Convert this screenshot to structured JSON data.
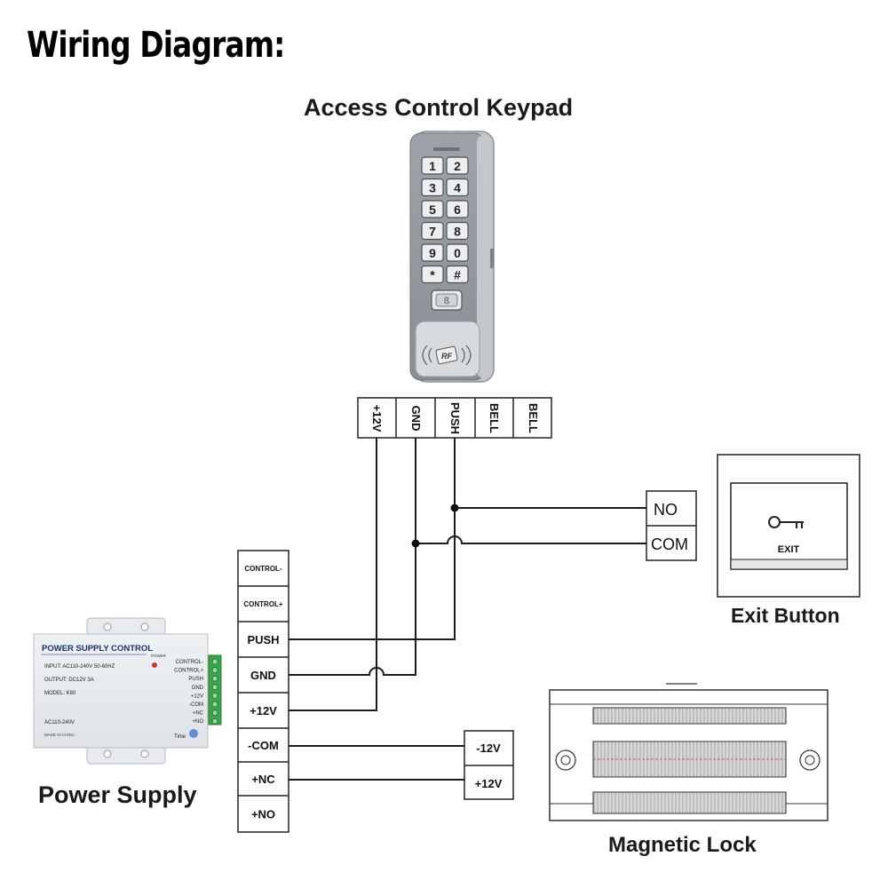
{
  "title": "Wiring Diagram:",
  "keypad": {
    "label": "Access Control Keypad",
    "keys": [
      "1",
      "2",
      "3",
      "4",
      "5",
      "6",
      "7",
      "8",
      "9",
      "0",
      "*",
      "#"
    ],
    "terminals": [
      "+12V",
      "GND",
      "PUSH",
      "BELL",
      "BELL"
    ],
    "rfid": "RF"
  },
  "exit_button": {
    "label": "Exit Button",
    "plate_text": "EXIT",
    "terminals": [
      "NO",
      "COM"
    ]
  },
  "power_supply": {
    "label": "Power Supply",
    "device": {
      "heading": "POWER SUPPLY CONTROL",
      "power_led": "POWER",
      "input": "INPUT: AC110-240V  50-60HZ",
      "output": "OUTPUT: DC12V  3A",
      "model": "MODEL: K80",
      "ac": "AC110-240V",
      "made_in": "MADE IN CHINA",
      "time": "Time",
      "terminal_labels": [
        "CONTROL-",
        "CONTROL+",
        "PUSH",
        "GND",
        "+12V",
        "-COM",
        "+NC",
        "+NO"
      ]
    },
    "terminals": [
      "CONTROL-",
      "CONTROL+",
      "PUSH",
      "GND",
      "+12V",
      "-COM",
      "+NC",
      "+NO"
    ]
  },
  "magnetic_lock": {
    "label": "Magnetic Lock",
    "terminals": [
      "-12V",
      "+12V"
    ]
  }
}
